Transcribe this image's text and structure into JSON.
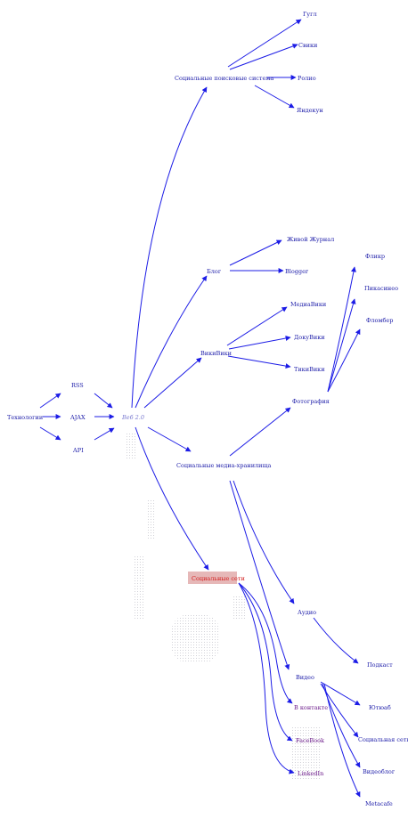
{
  "colors": {
    "edge": "#1c1ce6",
    "label": "#1a1aa8",
    "social_highlight_bg": "#e6b8b8",
    "social_highlight_text": "#d21a1a"
  },
  "nodes": {
    "technologies": "Технологии",
    "rss": "RSS",
    "ajax": "AJAX",
    "api": "API",
    "web20": "Веб 2.0",
    "search": "Социальные поисковые система",
    "gugl": "Гугл",
    "svik": "Свики",
    "rolio": "Ролио",
    "yaksun": "Яндекун",
    "blog": "Блог",
    "lj": "Живой Журнал",
    "blogger": "Blogger",
    "wiki": "ВикиВики",
    "mediawiki": "МедиаВики",
    "dokuwiki": "ДокуВики",
    "tikiwiki": "ТикиВики",
    "media": "Социальные медиа-хранилища",
    "photo": "Фотография",
    "flickr": "Фликр",
    "picasa": "Пикасинео",
    "fotomber": "Фломбер",
    "audio": "Аудио",
    "podcast": "Подкаст",
    "video": "Видео",
    "youtube": "Ютюаб",
    "socvideo": "Социальная сеть",
    "videoblog": "Видеоблог",
    "metacafe": "Metacafe",
    "social": "Социальные сети",
    "vk": "В контакте",
    "facebook": "FaceBook",
    "linkedin": "LinkedIn"
  }
}
